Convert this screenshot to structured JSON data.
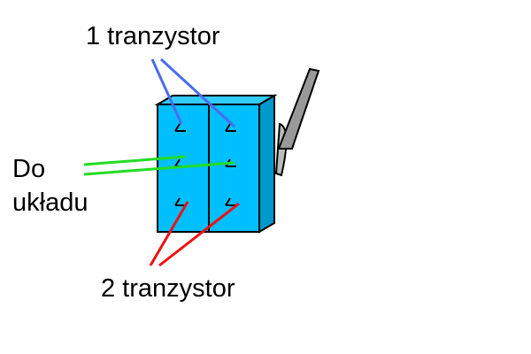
{
  "labels": {
    "top": "1 tranzystor",
    "left_line1": "Do",
    "left_line2": "układu",
    "bottom": "2 tranzystor"
  },
  "colors": {
    "box_fill": "#00bfff",
    "box_dark": "#0099cc",
    "blue_wire": "#4a6cf0",
    "green_wire": "#22dd22",
    "red_wire": "#ee1111",
    "lever": "#999999"
  },
  "icons": {
    "switch": "toggle-switch-icon",
    "lever": "toggle-lever-icon"
  }
}
